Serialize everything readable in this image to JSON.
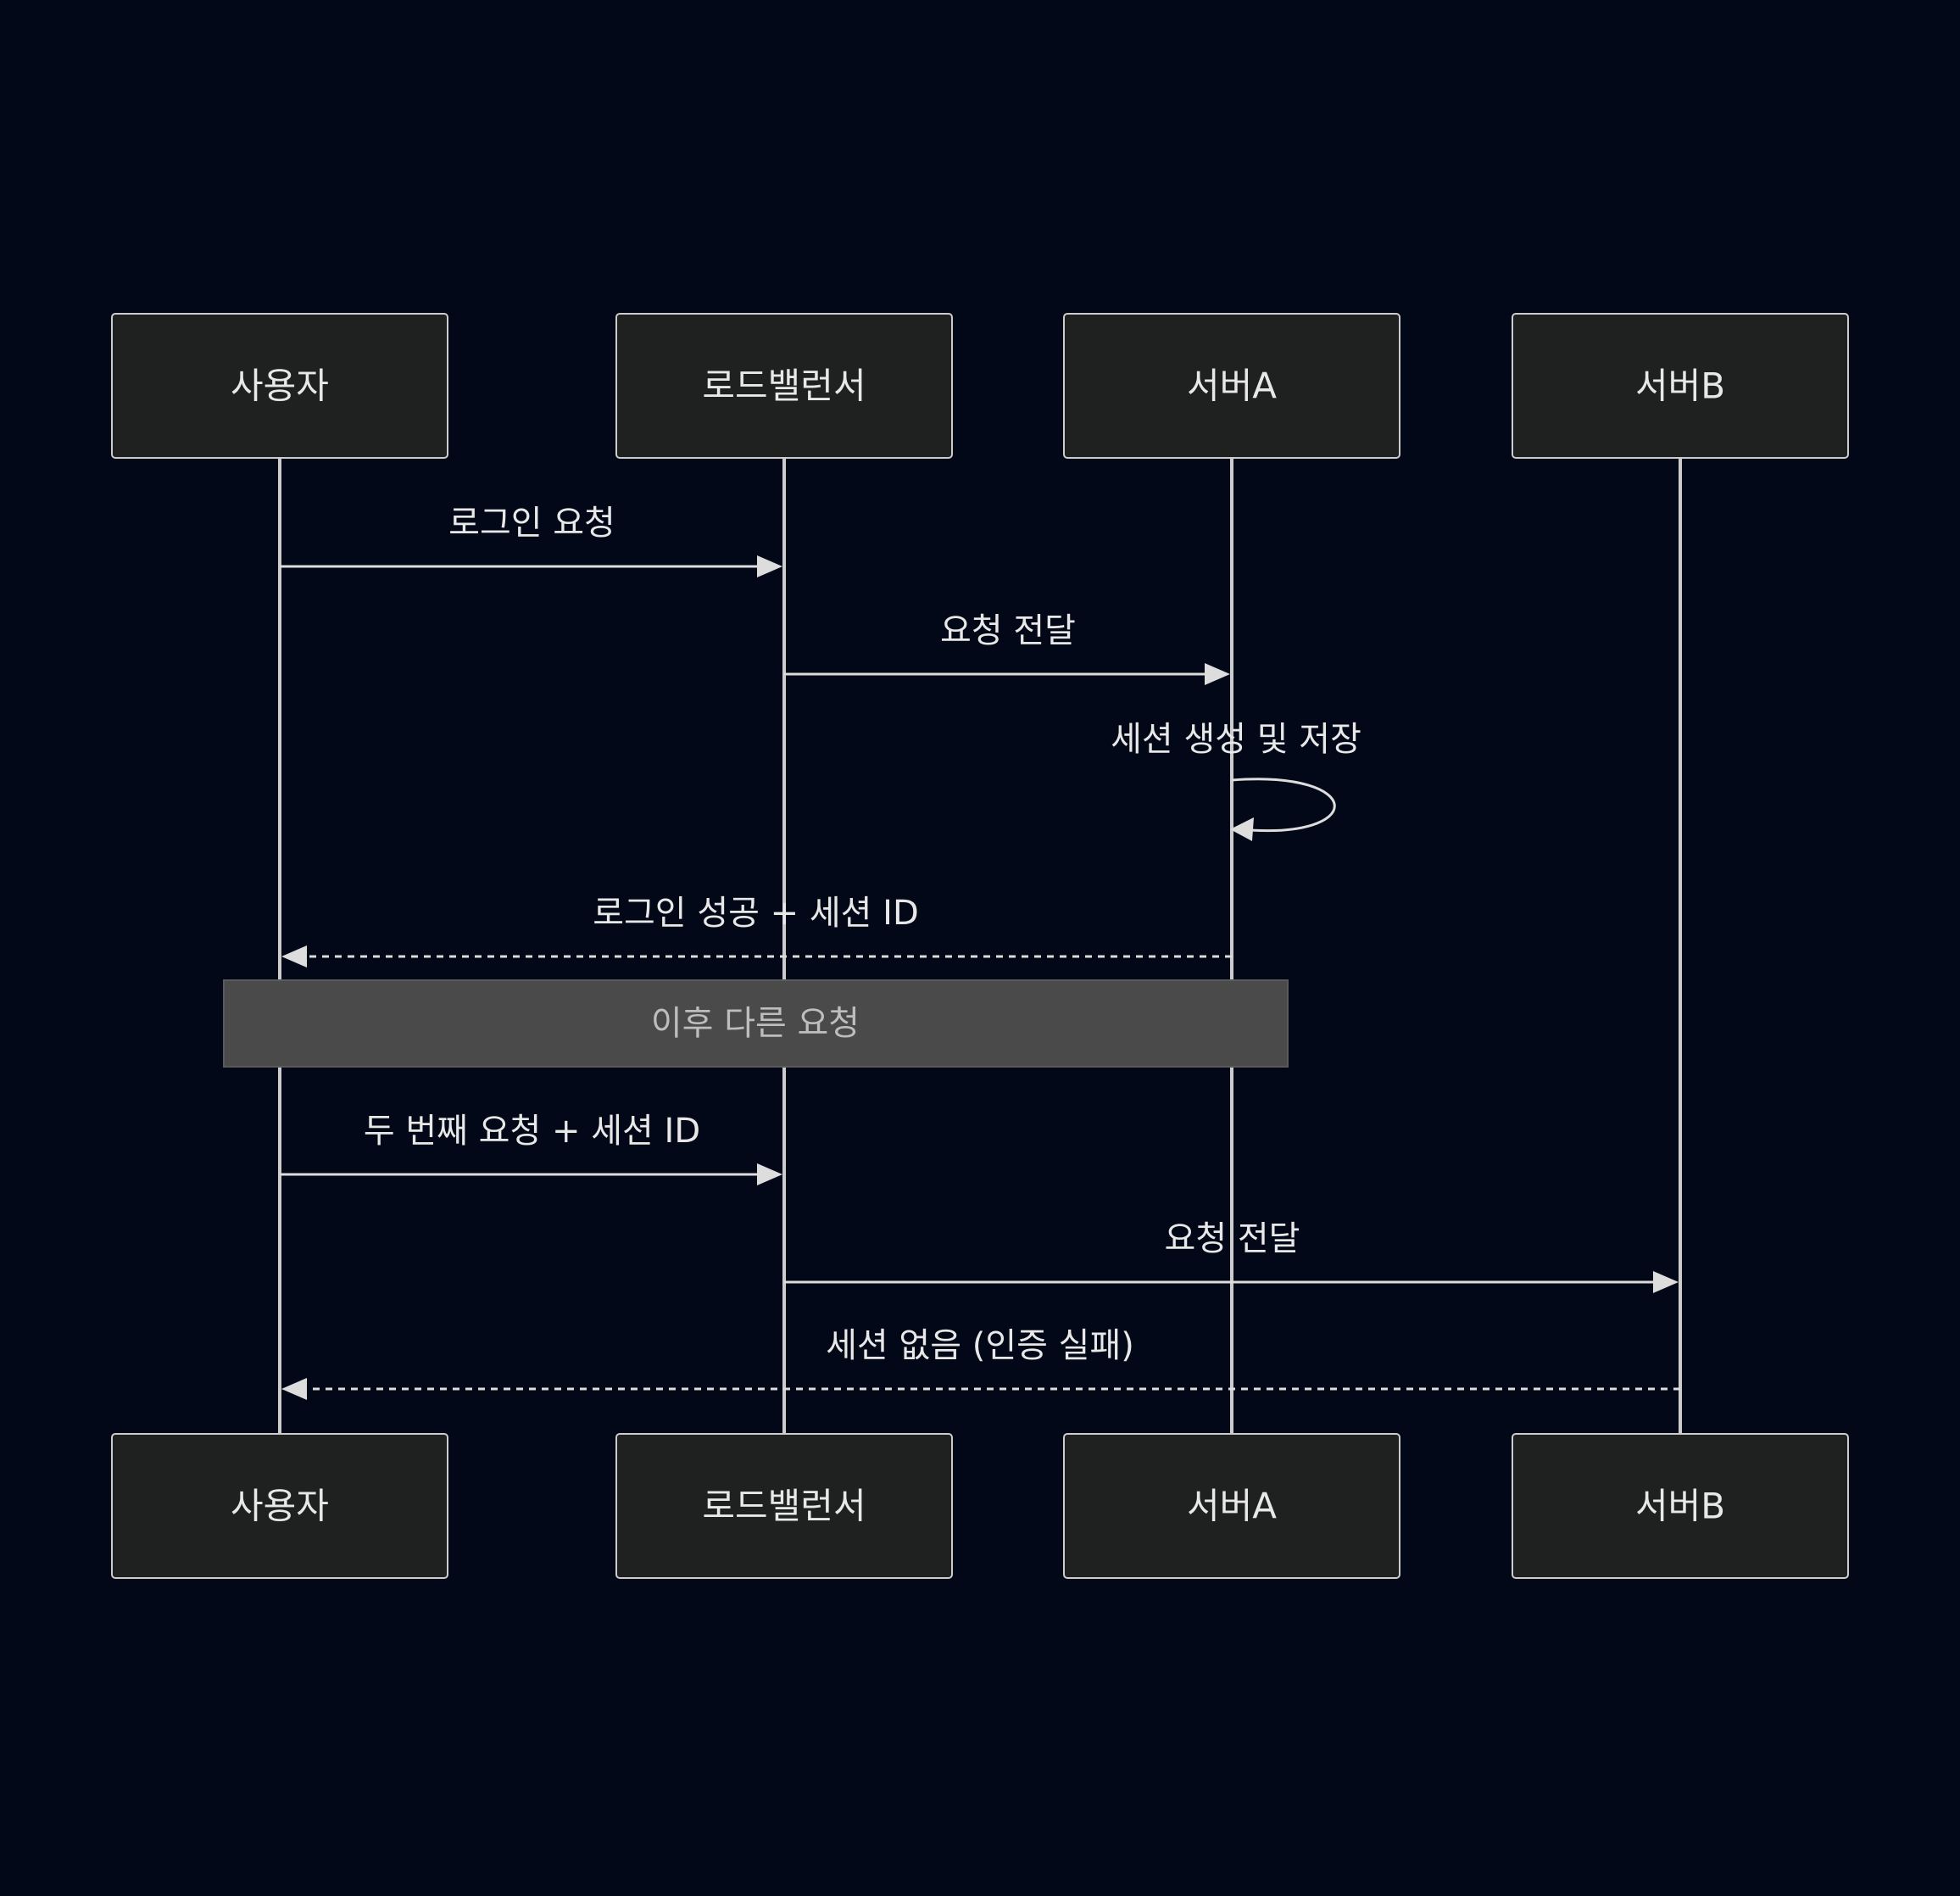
{
  "participants": [
    {
      "id": "user",
      "label": "사용자"
    },
    {
      "id": "lb",
      "label": "로드밸런서"
    },
    {
      "id": "serverA",
      "label": "서버A"
    },
    {
      "id": "serverB",
      "label": "서버B"
    }
  ],
  "messages": [
    {
      "from": "user",
      "to": "lb",
      "label": "로그인 요청",
      "style": "solid"
    },
    {
      "from": "lb",
      "to": "serverA",
      "label": "요청 전달",
      "style": "solid"
    },
    {
      "from": "serverA",
      "to": "serverA",
      "label": "세션 생성 및 저장",
      "style": "solid"
    },
    {
      "from": "serverA",
      "to": "user",
      "label": "로그인 성공 + 세션 ID",
      "style": "dashed"
    },
    {
      "from": "user",
      "to": "lb",
      "label": "두 번째 요청 + 세션 ID",
      "style": "solid"
    },
    {
      "from": "lb",
      "to": "serverB",
      "label": "요청 전달",
      "style": "solid"
    },
    {
      "from": "serverB",
      "to": "user",
      "label": "세션 없음 (인증 실패)",
      "style": "dashed"
    }
  ],
  "note": {
    "label": "이후 다른 요청",
    "after_message": 3
  },
  "colors": {
    "background": "#020817",
    "actor_fill": "#1f2020",
    "actor_stroke": "#cccccc",
    "line": "#dddddd",
    "note_fill": "#4a4a4a"
  }
}
